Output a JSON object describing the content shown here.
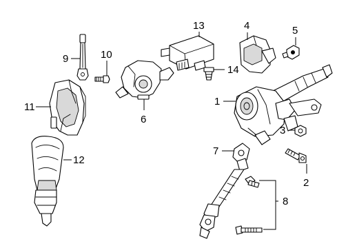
{
  "callouts": {
    "c1": "1",
    "c2": "2",
    "c3": "3",
    "c4": "4",
    "c5": "5",
    "c6": "6",
    "c7": "7",
    "c8": "8",
    "c9": "9",
    "c10": "10",
    "c11": "11",
    "c12": "12",
    "c13": "13",
    "c14": "14"
  },
  "colors": {
    "line": "#000000",
    "background": "#ffffff",
    "shade": "#d9d9d9"
  }
}
